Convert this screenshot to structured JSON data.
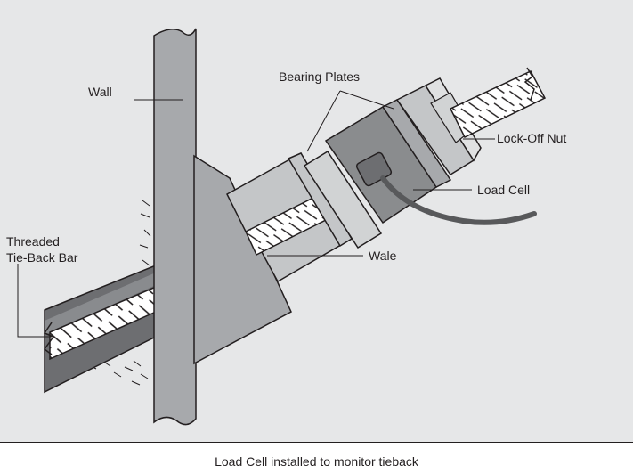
{
  "diagram": {
    "labels": {
      "wall": "Wall",
      "bearing_plates": "Bearing Plates",
      "lock_off_nut": "Lock-Off Nut",
      "load_cell": "Load Cell",
      "wale": "Wale",
      "tie_back_bar_line1": "Threaded",
      "tie_back_bar_line2": "Tie-Back Bar"
    },
    "colors": {
      "background": "#e6e7e8",
      "outline": "#231f20",
      "wall": "#a7a9ac",
      "wale": "#c4c6c8",
      "bar": "#ffffff",
      "sleeve": "#6d6e71",
      "cable": "#58595b",
      "load_cell": "#8a8c8e"
    }
  },
  "caption": "Load Cell installed to monitor tieback"
}
